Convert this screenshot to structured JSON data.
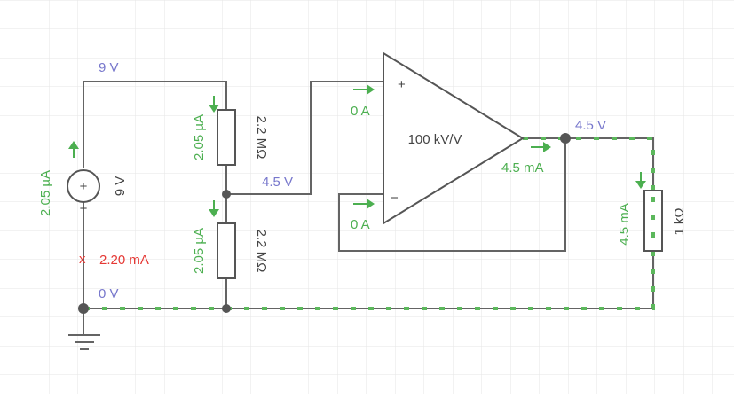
{
  "colors": {
    "grid": "#e6e6e6",
    "wire": "#646464",
    "voltage_label": "#7777cc",
    "current_label": "#4caf50",
    "warning_label": "#e53935",
    "current_arrow": "#4caf50"
  },
  "source": {
    "value": "9 V",
    "current": "2.05 µA",
    "plus_sign": "+",
    "minus_sign": "−"
  },
  "resistor_top": {
    "value": "2.2 MΩ",
    "current": "2.05 µA"
  },
  "resistor_bottom": {
    "value": "2.2 MΩ",
    "current": "2.05 µA"
  },
  "opamp": {
    "gain": "100 kV/V",
    "plus_sign": "+",
    "minus_sign": "−",
    "in_plus_current": "0 A",
    "in_minus_current": "0 A",
    "out_current": "4.5 mA"
  },
  "load": {
    "value": "1 kΩ",
    "current": "4.5 mA"
  },
  "nodes": {
    "top_left": "9 V",
    "divider_mid": "4.5 V",
    "output": "4.5 V",
    "ground": "0 V"
  },
  "ground_wire": {
    "warning_mark": "x",
    "current": "2.20 mA"
  }
}
